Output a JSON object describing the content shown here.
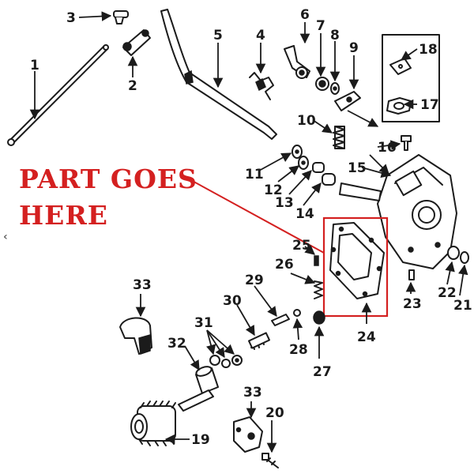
{
  "callout": {
    "line1": "PART GOES",
    "line2": "HERE",
    "color": "#d42020"
  },
  "part_labels": [
    "1",
    "2",
    "3",
    "4",
    "5",
    "6",
    "7",
    "8",
    "9",
    "10",
    "11",
    "12",
    "13",
    "14",
    "15",
    "16",
    "17",
    "18",
    "19",
    "20",
    "21",
    "22",
    "23",
    "24",
    "25",
    "26",
    "27",
    "28",
    "29",
    "30",
    "31",
    "32",
    "33",
    "33"
  ],
  "edge_marker": "‹"
}
